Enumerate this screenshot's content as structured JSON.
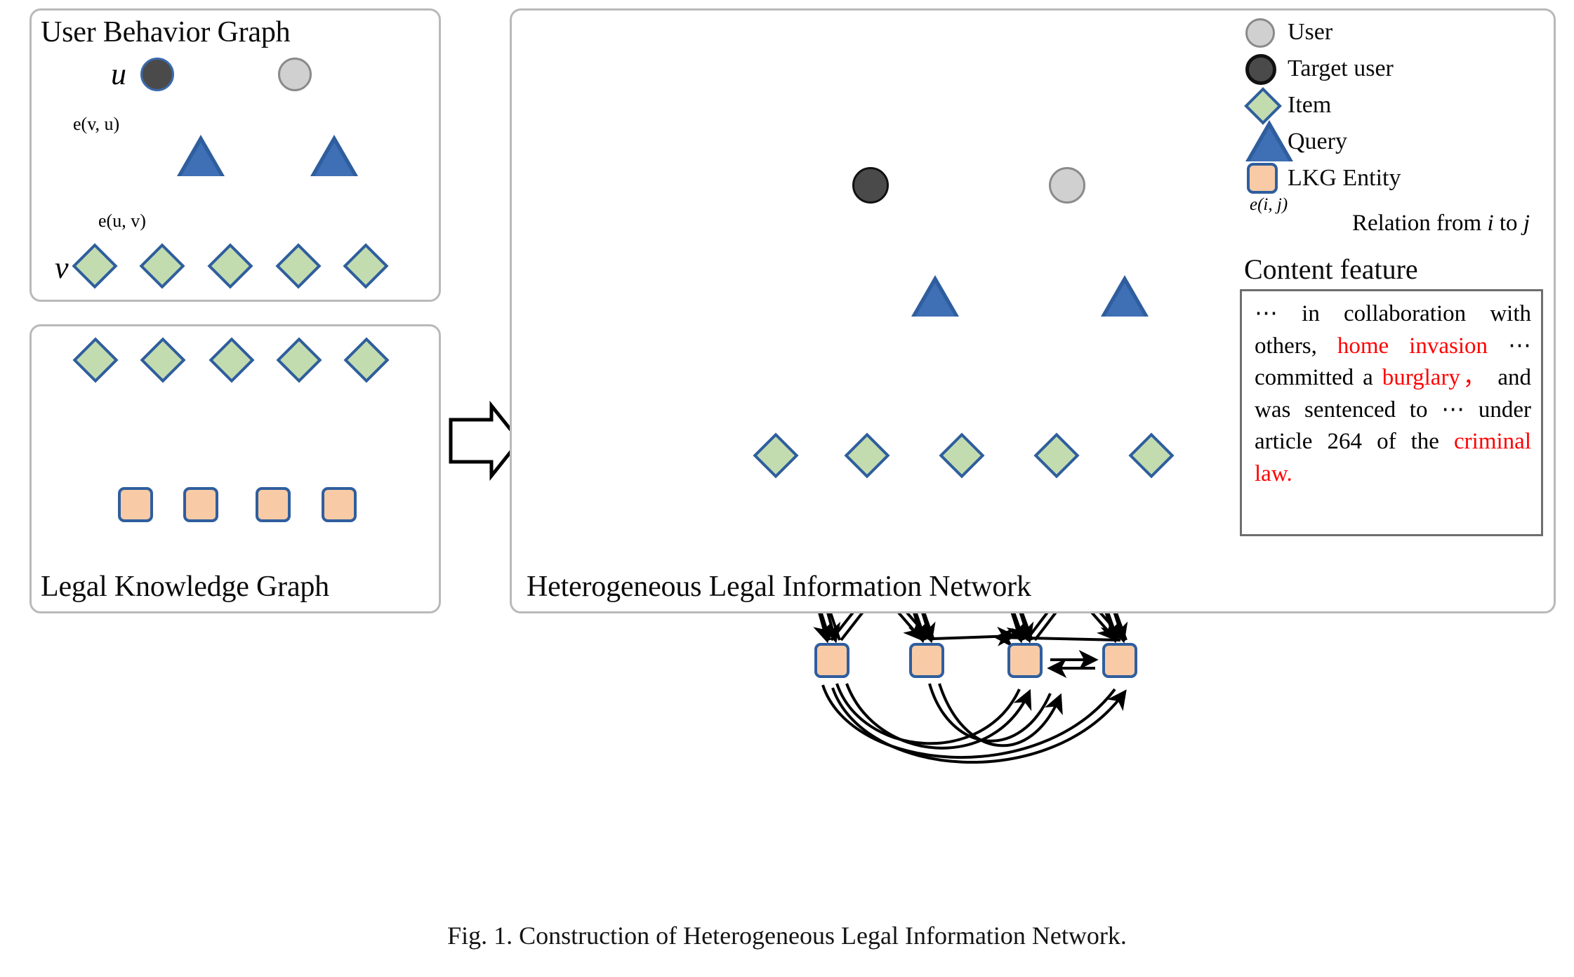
{
  "figure": {
    "caption": "Fig. 1.  Construction of Heterogeneous Legal Information Network."
  },
  "panels": {
    "user_behavior_graph": {
      "title": "User Behavior Graph",
      "node_label_user": "u",
      "node_label_item": "v",
      "edge_label_vu": "e(v, u)",
      "edge_label_uv": "e(u, v)",
      "nodes": {
        "target_users": 1,
        "users": 1,
        "queries": 2,
        "items": 5
      }
    },
    "legal_knowledge_graph": {
      "title": "Legal Knowledge Graph",
      "nodes": {
        "items": 5,
        "entities": 4
      }
    },
    "heterogeneous_legal_information_network": {
      "title": "Heterogeneous Legal Information Network",
      "nodes": {
        "target_users": 1,
        "users": 1,
        "queries": 2,
        "items": 5,
        "entities": 4
      }
    }
  },
  "transform_arrow": {
    "name": "block-arrow-right"
  },
  "legend": {
    "items": [
      {
        "symbol": "circle-gray",
        "label": "User"
      },
      {
        "symbol": "circle-dark",
        "label": "Target user"
      },
      {
        "symbol": "diamond-green",
        "label": "Item"
      },
      {
        "symbol": "triangle-blue",
        "label": "Query"
      },
      {
        "symbol": "square-orange",
        "label": "LKG Entity"
      }
    ],
    "relation": {
      "arrow_label": "e(i, j)",
      "text_prefix": "Relation from ",
      "from_var": "i",
      "text_mid": " to ",
      "to_var": "j"
    }
  },
  "content_feature": {
    "title": "Content feature",
    "segments": [
      {
        "text": "⋯ in collaboration with others, ",
        "highlight": false
      },
      {
        "text": "home invasion",
        "highlight": true
      },
      {
        "text": " ⋯ committed a ",
        "highlight": false
      },
      {
        "text": "burglary，",
        "highlight": true
      },
      {
        "text": " and was sentenced to ⋯ under article 264 of the ",
        "highlight": false
      },
      {
        "text": "criminal law.",
        "highlight": true
      }
    ],
    "full_text": "⋯ in collaboration with others, home invasion ⋯ committed a burglary， and was sentenced to ⋯ under article 264 of the criminal law."
  },
  "colors": {
    "user": "#d0d0d0",
    "target_user": "#4a4a4a",
    "item_fill": "#c3dcaf",
    "item_stroke": "#2f5e9e",
    "query": "#3f6fb5",
    "entity_fill": "#f8cba6",
    "entity_stroke": "#2f5e9e",
    "highlight": "#ff0000",
    "panel_border": "#b9b9b9"
  }
}
